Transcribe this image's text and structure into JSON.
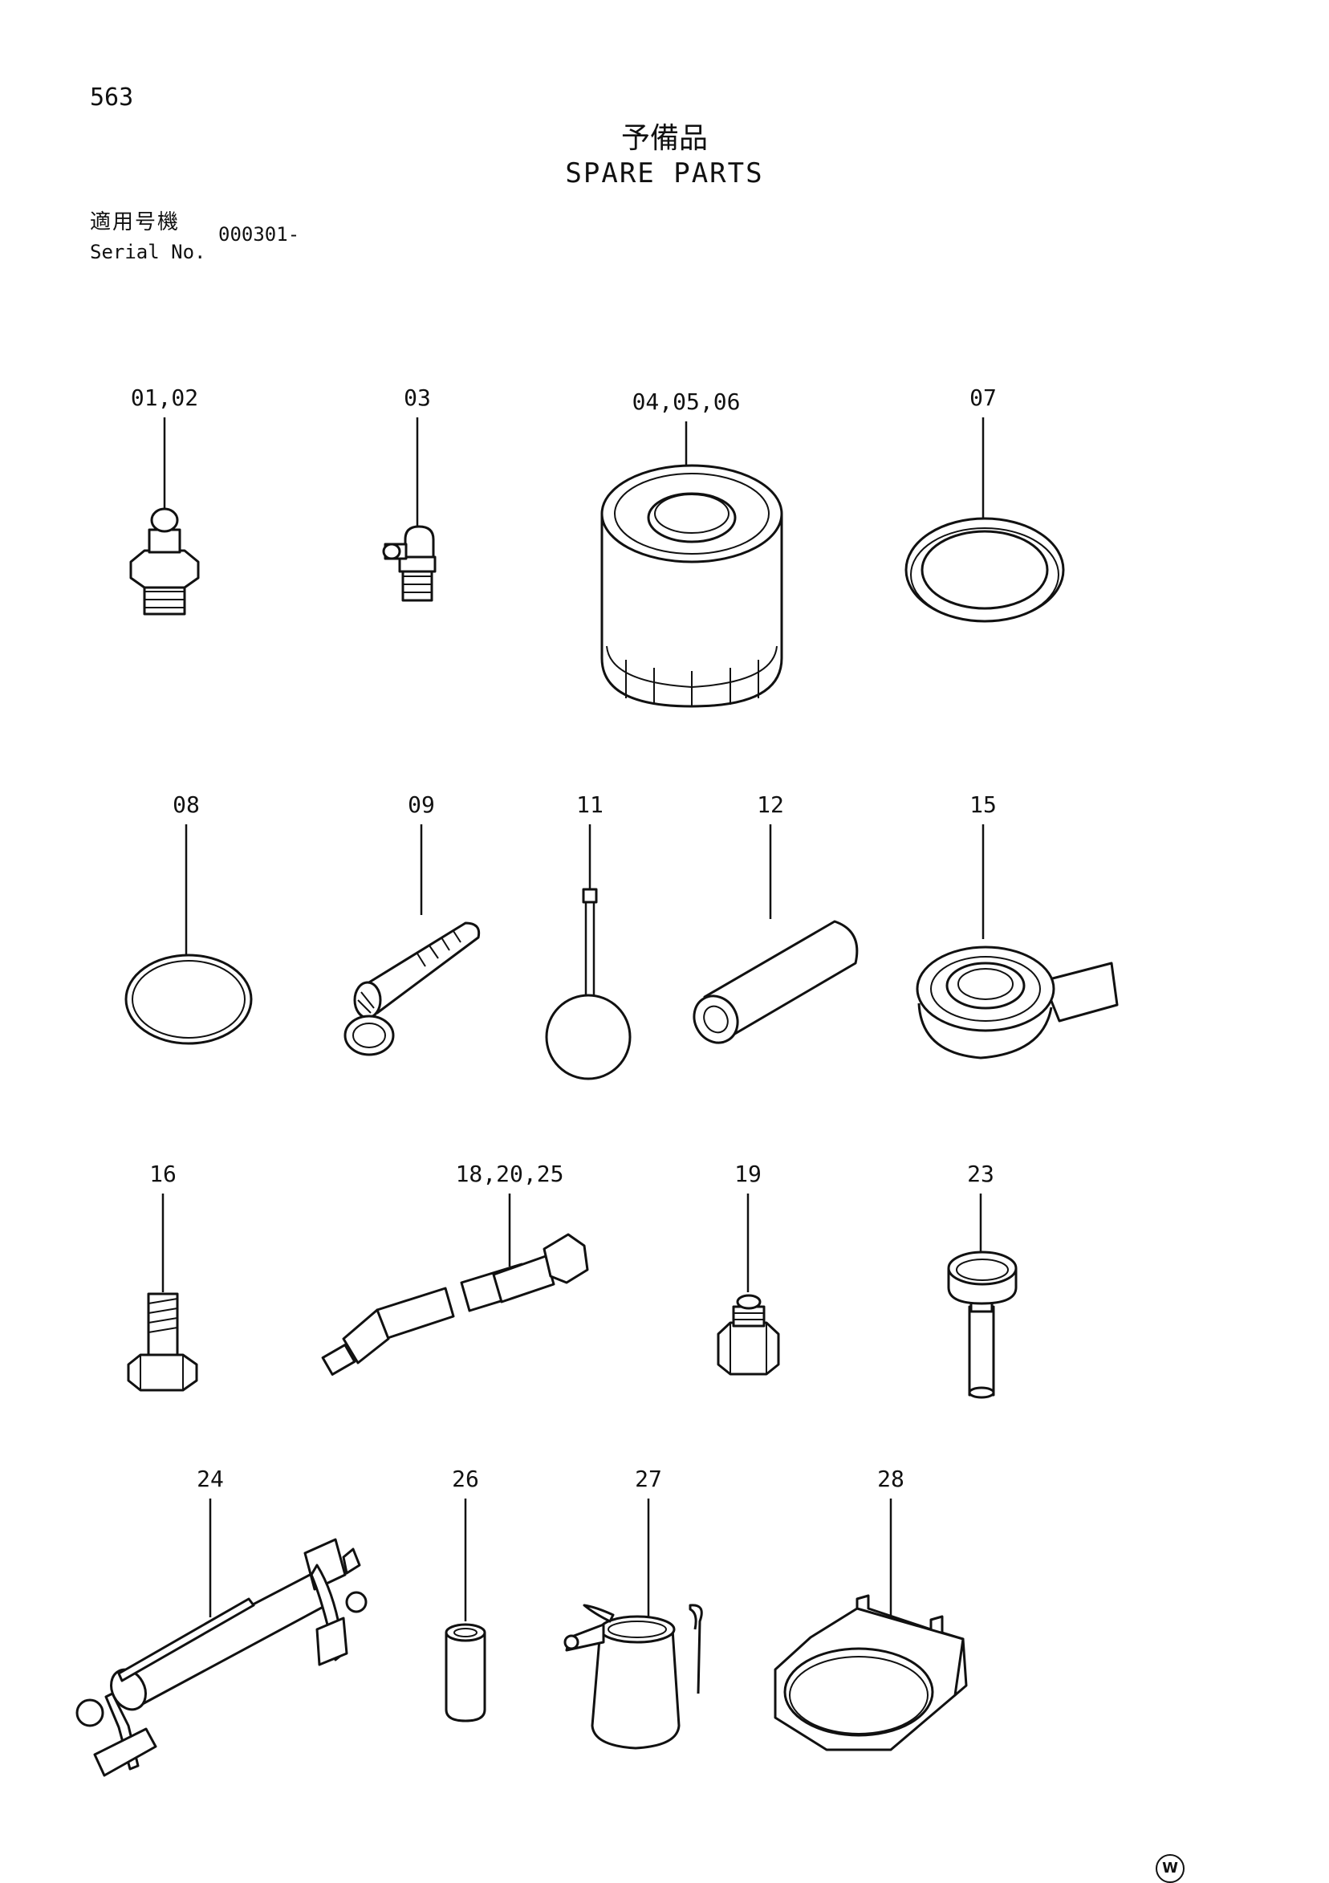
{
  "header": {
    "page_number": "563",
    "title_jp": "予備品",
    "title_en": "SPARE PARTS",
    "serial_label_jp": "適用号機",
    "serial_label_en": "Serial No.",
    "serial_value": "000301-"
  },
  "parts": [
    {
      "label": "01,02",
      "icon": "grease-nipple-straight-icon"
    },
    {
      "label": "03",
      "icon": "grease-nipple-angled-icon"
    },
    {
      "label": "04,05,06",
      "icon": "filter-element-icon"
    },
    {
      "label": "07",
      "icon": "flat-ring-gasket-icon"
    },
    {
      "label": "08",
      "icon": "o-ring-icon"
    },
    {
      "label": "09",
      "icon": "bushing-with-collar-icon"
    },
    {
      "label": "11",
      "icon": "ring-on-rod-icon"
    },
    {
      "label": "12",
      "icon": "pipe-sleeve-icon"
    },
    {
      "label": "15",
      "icon": "seal-tape-roll-icon"
    },
    {
      "label": "16",
      "icon": "hex-bolt-icon"
    },
    {
      "label": "18,20,25",
      "icon": "hose-assembly-icon"
    },
    {
      "label": "19",
      "icon": "adapter-fitting-icon"
    },
    {
      "label": "23",
      "icon": "cup-with-shaft-icon"
    },
    {
      "label": "24",
      "icon": "grease-gun-icon"
    },
    {
      "label": "26",
      "icon": "spacer-tube-icon"
    },
    {
      "label": "27",
      "icon": "oil-jug-icon"
    },
    {
      "label": "28",
      "icon": "support-bracket-icon"
    }
  ],
  "footer": {
    "mark": "W"
  }
}
